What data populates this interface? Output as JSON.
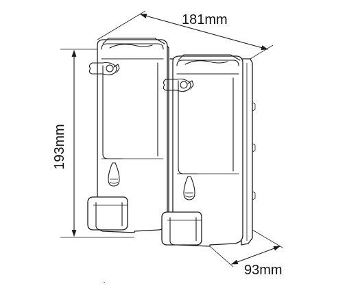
{
  "dimensions": {
    "width_label": "181mm",
    "height_label": "193mm",
    "depth_label": "93mm"
  },
  "colors": {
    "line": "#1a1a1a",
    "background": "#ffffff"
  }
}
